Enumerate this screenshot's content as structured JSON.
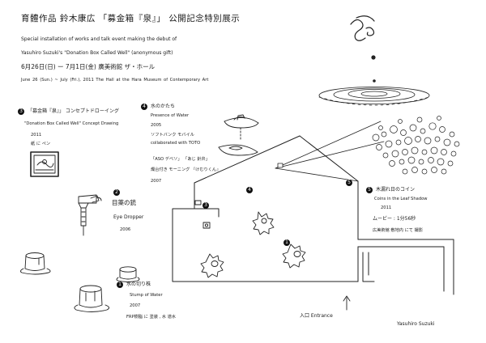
{
  "header": {
    "title_jp": "育體作品  鈴木康広 「募金箱『泉』」 公開記念特別展示",
    "subtitle_en_1": "Special installation of works and talk event making the debut of",
    "subtitle_en_2": "Yasuhiro Suzuki's \"Donation Box Called Well\" (anonymous gift)",
    "date_jp": "6月26日(日) ー 7月1日(金)  廣美術館 ザ・ホール",
    "date_en": "June 26 (Sun.) ~ July (Fri.), 2011     The Hall at the Hara Museum of Contemporary Art"
  },
  "works": [
    {
      "number": "3",
      "title_jp": "「募金箱『泉』」 コンセプトドローイング",
      "title_en": "\"Donation Box Called Well\" Concept Drawing",
      "year": "2011",
      "note": "紙 に ペン"
    },
    {
      "number": "4",
      "title_jp": "水のかたち",
      "title_en": "Presence of Water",
      "year": "2005",
      "collab_jp": "ソフトバンク モバイル",
      "collab_en": "collaborated with TOTO",
      "sub_title": "「ASO デベソ」 「あじ  針弁」",
      "sub_note": "燭台付き  モーニング 『けむりくん』",
      "sub_year": "2007"
    },
    {
      "number": "2",
      "title_jp": "目薬の銃",
      "title_en": "Eye Dropper",
      "year": "2006"
    },
    {
      "number": "1",
      "title_jp": "水の切り株",
      "title_en": "Stump of Water",
      "year": "2007",
      "note": "FRP樹脂 に 塗装 , 水 道水"
    },
    {
      "number": "5",
      "title_jp": "木漏れ日のコイン",
      "title_en": "Coins in the Leaf Shadow",
      "year": "2011",
      "movie": "ムービー : 1分56秒",
      "note": "広美術館  敷地内 にて 撮影"
    }
  ],
  "entrance_label": "入口 Entrance",
  "signature": "Yasuhiro Suzuki"
}
